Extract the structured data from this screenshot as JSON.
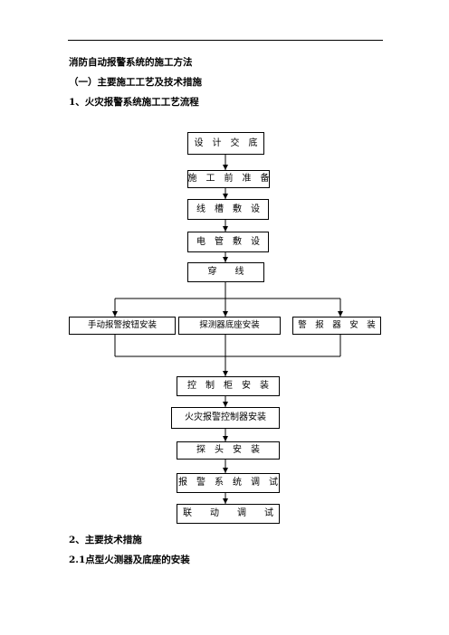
{
  "document": {
    "title": "消防自动报警系统的施工方法",
    "section_one": "（一）主要施工工艺及技术措施",
    "subsection_one": "1、火灾报警系统施工工艺流程",
    "subsection_two": "2、主要技术措施",
    "subsection_two_one": "2.1点型火测器及底座的安装"
  },
  "flowchart": {
    "steps": {
      "design_briefing": "设　计　交　底",
      "pre_construction": "施　工　前　准　备",
      "trunking": "线　槽　敷　设",
      "conduit": "电　管　敷　设",
      "wiring": "穿　　线",
      "manual_button": "手动报警按钮安装",
      "detector_base": "探测器底座安装",
      "alarm_device": "警　报　器　安　装",
      "control_cabinet": "控　制　柜　安　装",
      "fire_controller": "火灾报警控制器安装",
      "detector_head": "探　头　安　装",
      "system_debug": "报　警　系　统　调　试",
      "linkage_debug": "联　　动　　调　　试"
    }
  }
}
